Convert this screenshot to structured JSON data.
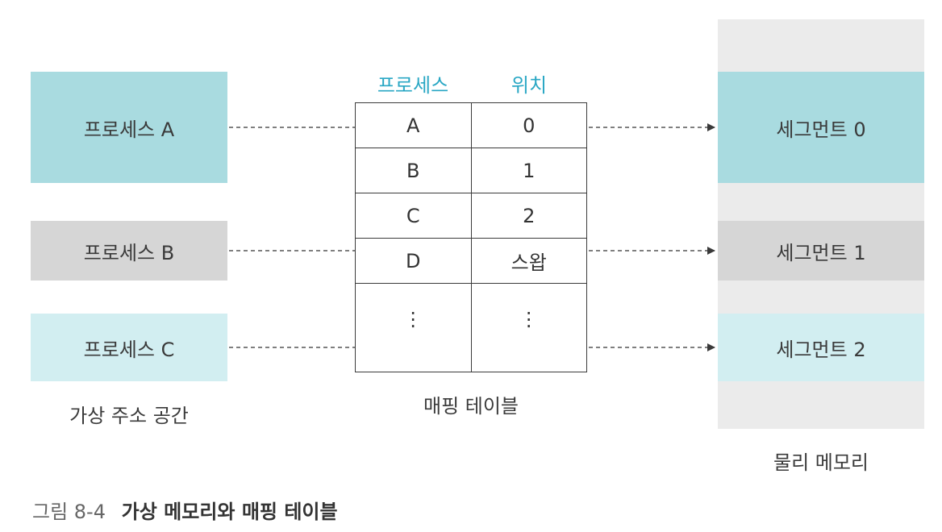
{
  "virtual_space": {
    "processes": [
      {
        "label": "프로세스 A",
        "color": "#a9dbe0"
      },
      {
        "label": "프로세스 B",
        "color": "#d6d6d6"
      },
      {
        "label": "프로세스 C",
        "color": "#d2eef1"
      }
    ],
    "caption": "가상 주소 공간"
  },
  "mapping_table": {
    "headers": [
      "프로세스",
      "위치"
    ],
    "rows": [
      [
        "A",
        "0"
      ],
      [
        "B",
        "1"
      ],
      [
        "C",
        "2"
      ],
      [
        "D",
        "스왑"
      ],
      [
        "⋮",
        "⋮"
      ]
    ],
    "caption": "매핑 테이블",
    "header_color": "#29a7c4"
  },
  "physical_memory": {
    "segments": [
      {
        "label": "세그먼트 0",
        "color": "#a9dbe0"
      },
      {
        "label": "세그먼트 1",
        "color": "#d6d6d6"
      },
      {
        "label": "세그먼트 2",
        "color": "#d2eef1"
      }
    ],
    "caption": "물리 메모리",
    "background": "#ebebeb"
  },
  "figure": {
    "number": "그림 8-4",
    "title": "가상 메모리와 매핑 테이블"
  }
}
